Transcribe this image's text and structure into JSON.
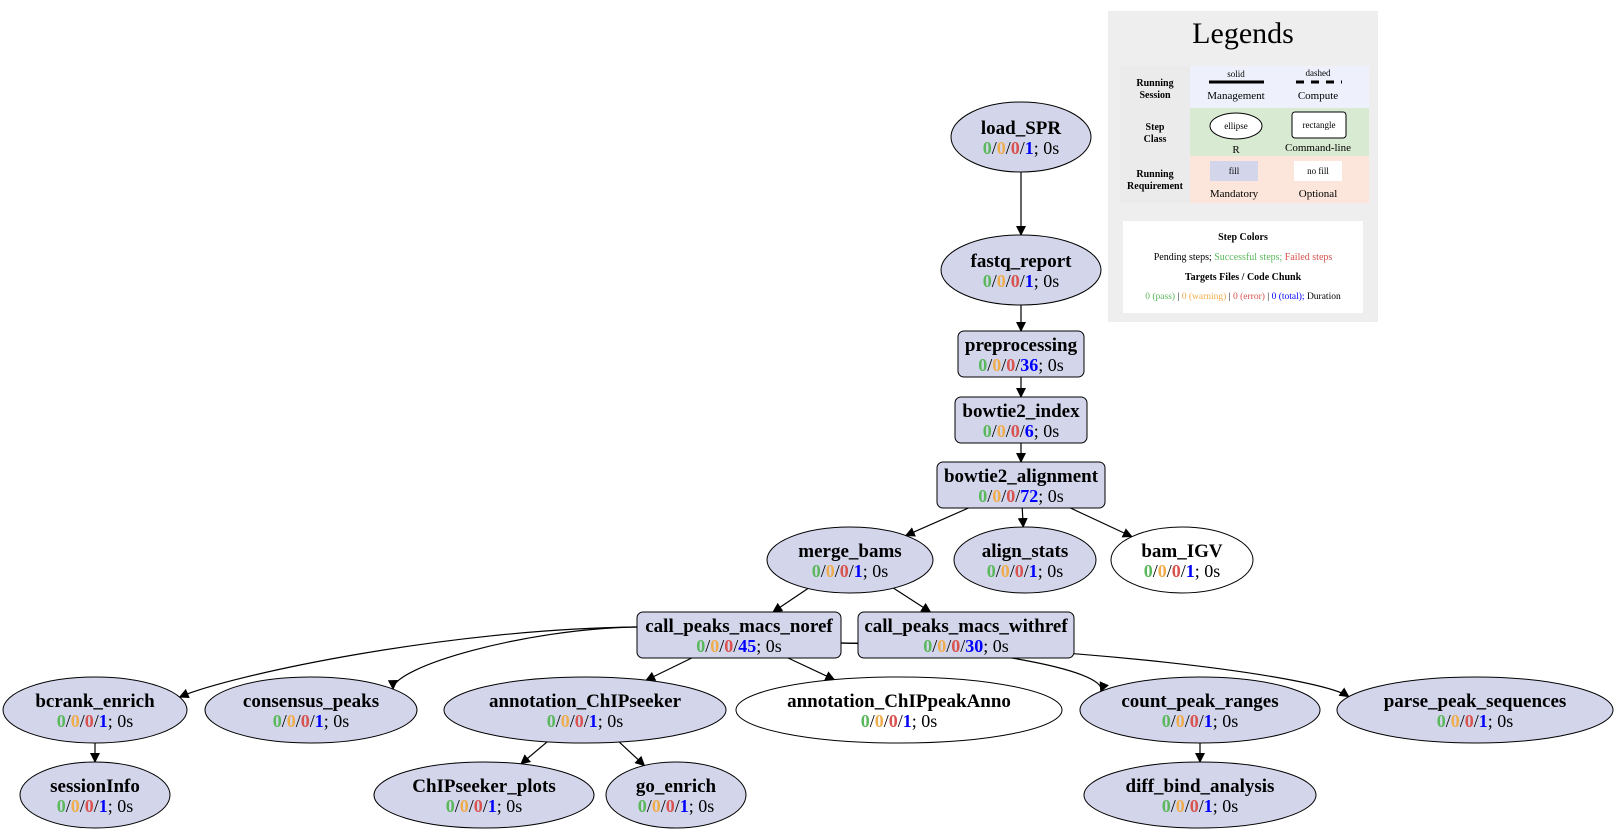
{
  "colors": {
    "pass": "#5cb85c",
    "warning": "#f0ad4e",
    "error": "#d9534f",
    "total": "#0000ff",
    "mandatory_fill": "#d3d6eb",
    "optional_fill": "#ffffff",
    "edge": "#000000"
  },
  "nodes": [
    {
      "id": "load_SPR",
      "label": "load_SPR",
      "shape": "ellipse",
      "fill": "mandatory",
      "pass": "0",
      "warning": "0",
      "error": "0",
      "total": "1",
      "duration": "0s"
    },
    {
      "id": "fastq_report",
      "label": "fastq_report",
      "shape": "ellipse",
      "fill": "mandatory",
      "pass": "0",
      "warning": "0",
      "error": "0",
      "total": "1",
      "duration": "0s"
    },
    {
      "id": "preprocessing",
      "label": "preprocessing",
      "shape": "rect",
      "fill": "mandatory",
      "pass": "0",
      "warning": "0",
      "error": "0",
      "total": "36",
      "duration": "0s"
    },
    {
      "id": "bowtie2_index",
      "label": "bowtie2_index",
      "shape": "rect",
      "fill": "mandatory",
      "pass": "0",
      "warning": "0",
      "error": "0",
      "total": "6",
      "duration": "0s"
    },
    {
      "id": "bowtie2_alignment",
      "label": "bowtie2_alignment",
      "shape": "rect",
      "fill": "mandatory",
      "pass": "0",
      "warning": "0",
      "error": "0",
      "total": "72",
      "duration": "0s"
    },
    {
      "id": "merge_bams",
      "label": "merge_bams",
      "shape": "ellipse",
      "fill": "mandatory",
      "pass": "0",
      "warning": "0",
      "error": "0",
      "total": "1",
      "duration": "0s"
    },
    {
      "id": "align_stats",
      "label": "align_stats",
      "shape": "ellipse",
      "fill": "mandatory",
      "pass": "0",
      "warning": "0",
      "error": "0",
      "total": "1",
      "duration": "0s"
    },
    {
      "id": "bam_IGV",
      "label": "bam_IGV",
      "shape": "ellipse",
      "fill": "optional",
      "pass": "0",
      "warning": "0",
      "error": "0",
      "total": "1",
      "duration": "0s"
    },
    {
      "id": "call_peaks_macs_noref",
      "label": "call_peaks_macs_noref",
      "shape": "rect",
      "fill": "mandatory",
      "pass": "0",
      "warning": "0",
      "error": "0",
      "total": "45",
      "duration": "0s"
    },
    {
      "id": "call_peaks_macs_withref",
      "label": "call_peaks_macs_withref",
      "shape": "rect",
      "fill": "mandatory",
      "pass": "0",
      "warning": "0",
      "error": "0",
      "total": "30",
      "duration": "0s"
    },
    {
      "id": "bcrank_enrich",
      "label": "bcrank_enrich",
      "shape": "ellipse",
      "fill": "mandatory",
      "pass": "0",
      "warning": "0",
      "error": "0",
      "total": "1",
      "duration": "0s"
    },
    {
      "id": "consensus_peaks",
      "label": "consensus_peaks",
      "shape": "ellipse",
      "fill": "mandatory",
      "pass": "0",
      "warning": "0",
      "error": "0",
      "total": "1",
      "duration": "0s"
    },
    {
      "id": "annotation_ChIPseeker",
      "label": "annotation_ChIPseeker",
      "shape": "ellipse",
      "fill": "mandatory",
      "pass": "0",
      "warning": "0",
      "error": "0",
      "total": "1",
      "duration": "0s"
    },
    {
      "id": "annotation_ChIPpeakAnno",
      "label": "annotation_ChIPpeakAnno",
      "shape": "ellipse",
      "fill": "optional",
      "pass": "0",
      "warning": "0",
      "error": "0",
      "total": "1",
      "duration": "0s"
    },
    {
      "id": "count_peak_ranges",
      "label": "count_peak_ranges",
      "shape": "ellipse",
      "fill": "mandatory",
      "pass": "0",
      "warning": "0",
      "error": "0",
      "total": "1",
      "duration": "0s"
    },
    {
      "id": "parse_peak_sequences",
      "label": "parse_peak_sequences",
      "shape": "ellipse",
      "fill": "mandatory",
      "pass": "0",
      "warning": "0",
      "error": "0",
      "total": "1",
      "duration": "0s"
    },
    {
      "id": "sessionInfo",
      "label": "sessionInfo",
      "shape": "ellipse",
      "fill": "mandatory",
      "pass": "0",
      "warning": "0",
      "error": "0",
      "total": "1",
      "duration": "0s"
    },
    {
      "id": "ChIPseeker_plots",
      "label": "ChIPseeker_plots",
      "shape": "ellipse",
      "fill": "mandatory",
      "pass": "0",
      "warning": "0",
      "error": "0",
      "total": "1",
      "duration": "0s"
    },
    {
      "id": "go_enrich",
      "label": "go_enrich",
      "shape": "ellipse",
      "fill": "mandatory",
      "pass": "0",
      "warning": "0",
      "error": "0",
      "total": "1",
      "duration": "0s"
    },
    {
      "id": "diff_bind_analysis",
      "label": "diff_bind_analysis",
      "shape": "ellipse",
      "fill": "mandatory",
      "pass": "0",
      "warning": "0",
      "error": "0",
      "total": "1",
      "duration": "0s"
    }
  ],
  "edges": [
    [
      "load_SPR",
      "fastq_report"
    ],
    [
      "fastq_report",
      "preprocessing"
    ],
    [
      "preprocessing",
      "bowtie2_index"
    ],
    [
      "bowtie2_index",
      "bowtie2_alignment"
    ],
    [
      "bowtie2_alignment",
      "merge_bams"
    ],
    [
      "bowtie2_alignment",
      "align_stats"
    ],
    [
      "bowtie2_alignment",
      "bam_IGV"
    ],
    [
      "merge_bams",
      "call_peaks_macs_noref"
    ],
    [
      "merge_bams",
      "call_peaks_macs_withref"
    ],
    [
      "call_peaks_macs_noref",
      "bcrank_enrich"
    ],
    [
      "call_peaks_macs_noref",
      "consensus_peaks"
    ],
    [
      "call_peaks_macs_noref",
      "annotation_ChIPseeker"
    ],
    [
      "call_peaks_macs_noref",
      "annotation_ChIPpeakAnno"
    ],
    [
      "call_peaks_macs_noref",
      "count_peak_ranges"
    ],
    [
      "call_peaks_macs_noref",
      "parse_peak_sequences"
    ],
    [
      "bcrank_enrich",
      "sessionInfo"
    ],
    [
      "annotation_ChIPseeker",
      "ChIPseeker_plots"
    ],
    [
      "annotation_ChIPseeker",
      "go_enrich"
    ],
    [
      "count_peak_ranges",
      "diff_bind_analysis"
    ]
  ],
  "legend": {
    "title": "Legends",
    "running_session": {
      "row_label": [
        "Running",
        "Session"
      ],
      "solid_tag": "solid",
      "solid_label": "Management",
      "dashed_tag": "dashed",
      "dashed_label": "Compute"
    },
    "step_class": {
      "row_label": [
        "Step",
        "Class"
      ],
      "ellipse_tag": "ellipse",
      "ellipse_label": "R",
      "rect_tag": "rectangle",
      "rect_label": "Command-line"
    },
    "running_requirement": {
      "row_label": [
        "Running",
        "Requirement"
      ],
      "fill_tag": "fill",
      "fill_label": "Mandatory",
      "nofill_tag": "no fill",
      "nofill_label": "Optional"
    },
    "step_colors": {
      "title": "Step Colors",
      "pending": "Pending steps;",
      "successful": "Successful steps;",
      "failed": "Failed steps"
    },
    "targets": {
      "title": "Targets Files / Code Chunk",
      "pass": "0 (pass)",
      "warning": "0 (warning)",
      "error": "0 (error)",
      "total": "0 (total);",
      "duration": "Duration",
      "sep": "|"
    }
  }
}
